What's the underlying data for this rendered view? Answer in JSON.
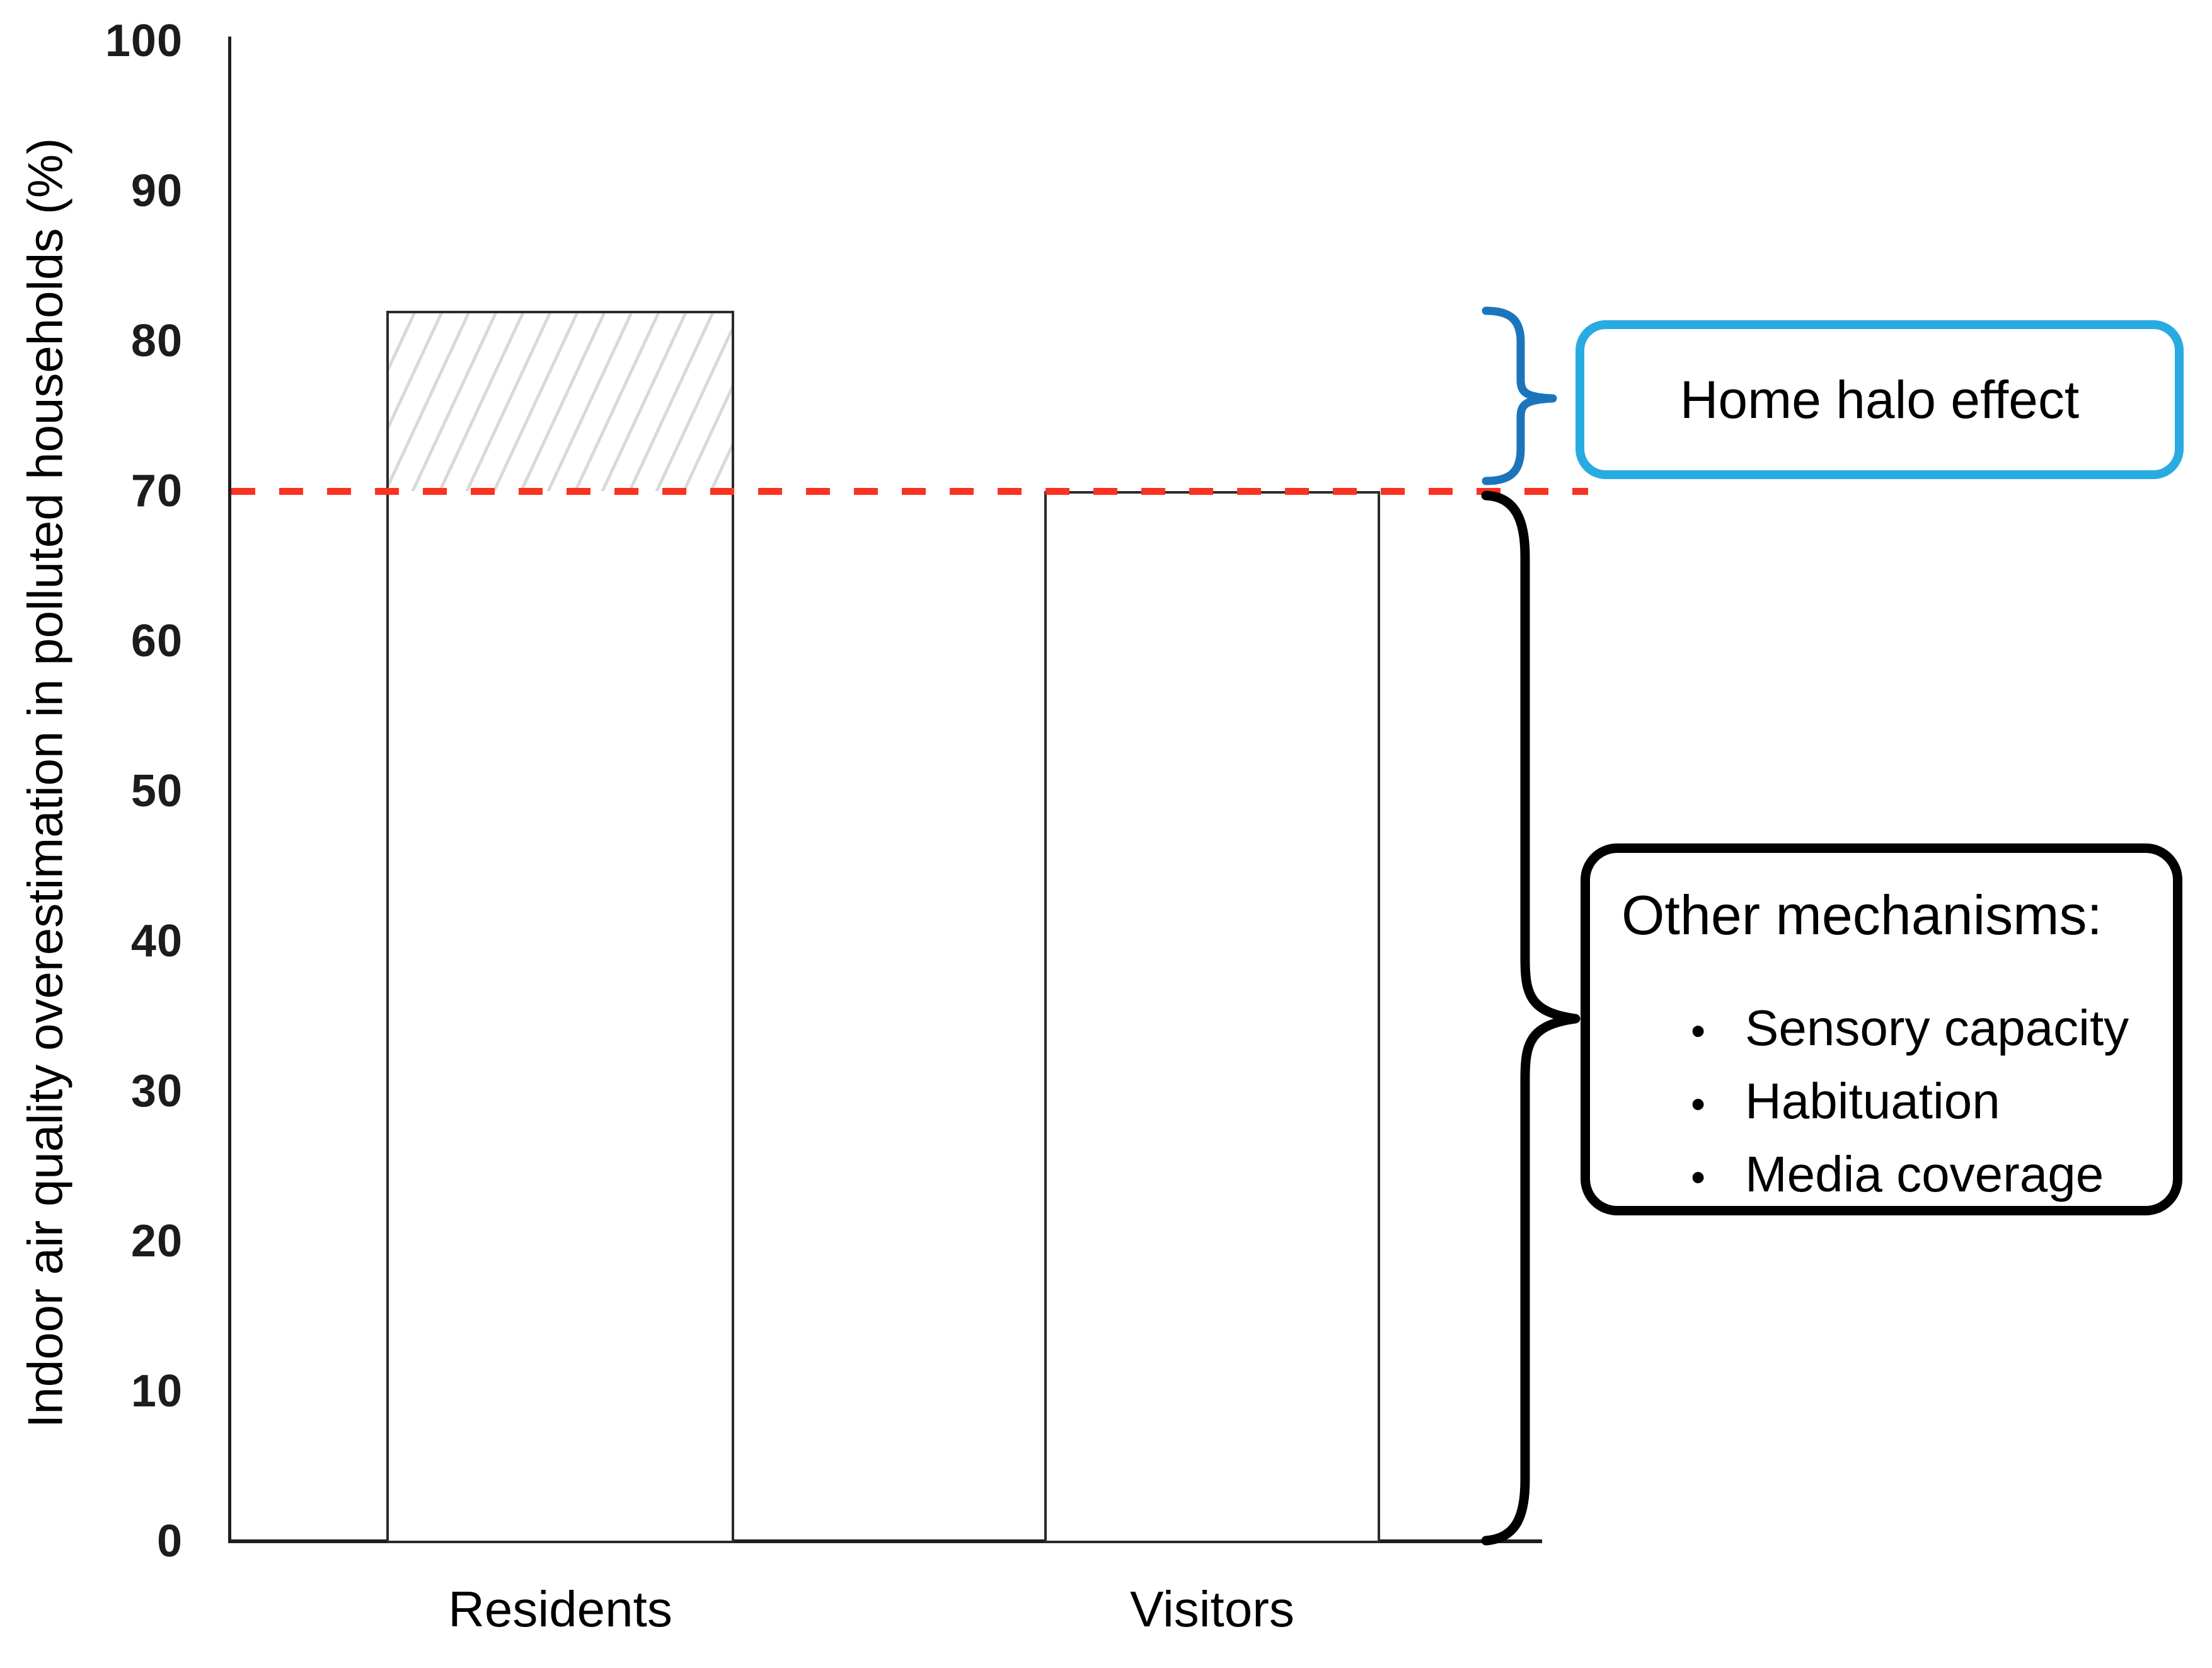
{
  "colors": {
    "red_line": "#f93222",
    "blue_brace": "#1b75bc",
    "blue_box_border": "#29abe2",
    "black": "#000000",
    "bar_border": "#2b2b2b",
    "hatch_line": "#d9d9d9"
  },
  "chart_data": {
    "type": "bar",
    "title": "",
    "categories": [
      "Residents",
      "Visitors"
    ],
    "values": [
      82,
      70
    ],
    "xlabel": "",
    "ylabel": "Indoor air quality overestimation in polluted households (%)",
    "ylim": [
      0,
      100
    ],
    "yticks": [
      100,
      90,
      80,
      70,
      60,
      50,
      40,
      30,
      20,
      10,
      0
    ],
    "grid": false,
    "legend": "none",
    "reference_line": {
      "y": 70,
      "style": "dashed",
      "color": "#f93222"
    },
    "bar_fill": "white",
    "hatch_above_reference": {
      "bar": "Residents",
      "from": 70,
      "to": 82,
      "pattern": "diagonal"
    }
  },
  "annotations": {
    "home_halo": {
      "label": "Home halo effect",
      "brace_span": [
        70,
        82
      ],
      "brace_color": "#1b75bc",
      "box_border_color": "#29abe2"
    },
    "other_mechanisms": {
      "title": "Other mechanisms:",
      "bullets": [
        "Sensory capacity",
        "Habituation",
        "Media coverage"
      ],
      "brace_span": [
        0,
        70
      ],
      "brace_color": "#000000",
      "box_border_color": "#000000"
    }
  },
  "icons": {
    "bullet": "•"
  }
}
